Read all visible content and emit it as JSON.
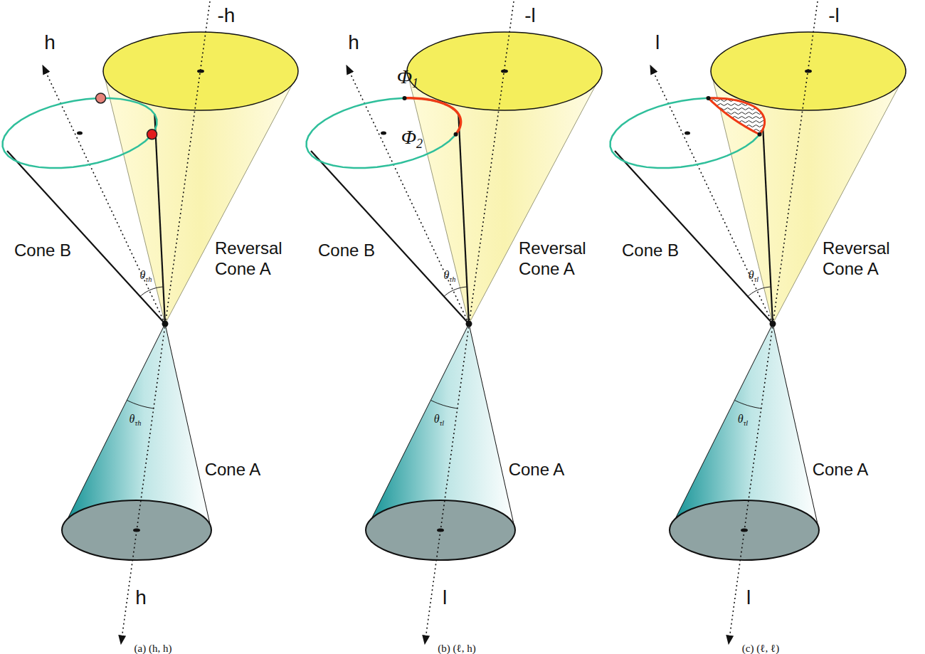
{
  "diagram": {
    "labels": [
      "h",
      "-h",
      "Cone B",
      "θτh",
      "Reversal Cone A",
      "θτh",
      "Cone A",
      "h",
      "(a) (h, h)",
      "h",
      "-l",
      "Φ1",
      "Φ2",
      "Cone B",
      "θτh",
      "Reversal Cone A",
      "θτl",
      "Cone A",
      "l",
      "(b) (ℓ, h)",
      "l",
      "-l",
      "Cone B",
      "θτl",
      "Reversal Cone A",
      "θτl",
      "Cone A",
      "l",
      "(c) (ℓ, ℓ)"
    ]
  }
}
